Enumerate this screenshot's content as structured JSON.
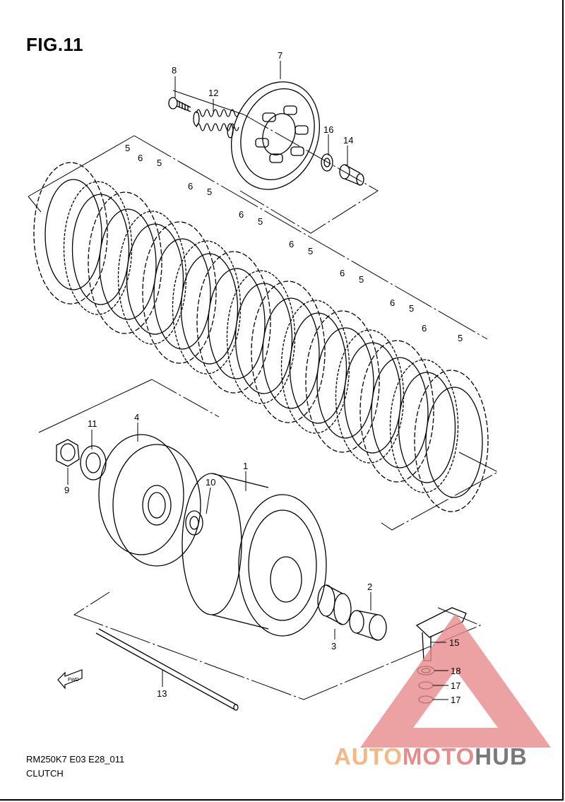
{
  "figure": {
    "title": "FIG.11",
    "model_code": "RM250K7 E03 E28_011",
    "section_name": "CLUTCH"
  },
  "callouts": [
    {
      "id": "c8",
      "label": "8"
    },
    {
      "id": "c12",
      "label": "12"
    },
    {
      "id": "c7",
      "label": "7"
    },
    {
      "id": "c16",
      "label": "16"
    },
    {
      "id": "c14",
      "label": "14"
    },
    {
      "id": "p1",
      "label": "5"
    },
    {
      "id": "p2",
      "label": "6"
    },
    {
      "id": "p3",
      "label": "5"
    },
    {
      "id": "p4",
      "label": "6"
    },
    {
      "id": "p5",
      "label": "5"
    },
    {
      "id": "p6",
      "label": "6"
    },
    {
      "id": "p7",
      "label": "5"
    },
    {
      "id": "p8",
      "label": "6"
    },
    {
      "id": "p9",
      "label": "5"
    },
    {
      "id": "p10",
      "label": "6"
    },
    {
      "id": "p11",
      "label": "5"
    },
    {
      "id": "p12",
      "label": "6"
    },
    {
      "id": "p13",
      "label": "5"
    },
    {
      "id": "p14",
      "label": "6"
    },
    {
      "id": "p15",
      "label": "5"
    },
    {
      "id": "c11",
      "label": "11"
    },
    {
      "id": "c4",
      "label": "4"
    },
    {
      "id": "c9",
      "label": "9"
    },
    {
      "id": "c10",
      "label": "10"
    },
    {
      "id": "c1",
      "label": "1"
    },
    {
      "id": "c2",
      "label": "2"
    },
    {
      "id": "c3",
      "label": "3"
    },
    {
      "id": "c13",
      "label": "13"
    },
    {
      "id": "c15",
      "label": "15"
    },
    {
      "id": "c18",
      "label": "18"
    },
    {
      "id": "c17a",
      "label": "17"
    },
    {
      "id": "c17b",
      "label": "17"
    }
  ],
  "fwd_label": "FWD",
  "watermark": {
    "part_a": "AUTO",
    "part_b": "MOTO",
    "part_c": "HUB",
    "color_a": "#f5b884",
    "color_b": "#e88b8b",
    "color_c": "#7a7a7a"
  }
}
